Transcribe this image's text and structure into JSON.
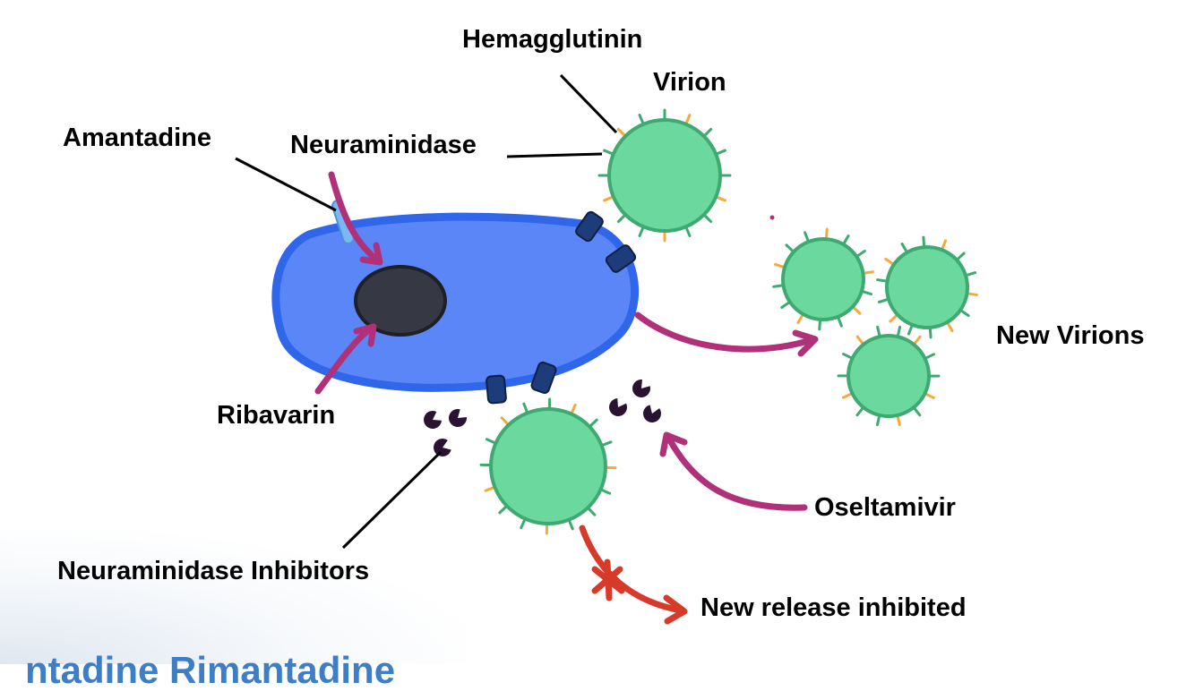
{
  "labels": {
    "hemagglutinin": "Hemagglutinin",
    "virion": "Virion",
    "amantadine": "Amantadine",
    "neuraminidase": "Neuraminidase",
    "new_virions": "New Virions",
    "ribavarin": "Ribavarin",
    "oseltamivir": "Oseltamivir",
    "neuraminidase_inhibitors": "Neuraminidase Inhibitors",
    "new_release_inhibited": "New release inhibited"
  },
  "footer": {
    "partial_title": "ntadine Rimantadine"
  },
  "colors": {
    "cell_fill": "#5b86f7",
    "cell_border": "#2f66ea",
    "nucleus": "#363944",
    "virion_fill": "#6bd89d",
    "virion_border": "#3eaa72",
    "spike_green": "#3eaa72",
    "spike_orange": "#f4a93a",
    "arrow_magenta": "#b0307a",
    "arrow_red": "#d83a2a",
    "receptor": "#1d3c7a",
    "amantadine_channel": "#7ab8f2",
    "inhibitor": "#2a1233"
  }
}
